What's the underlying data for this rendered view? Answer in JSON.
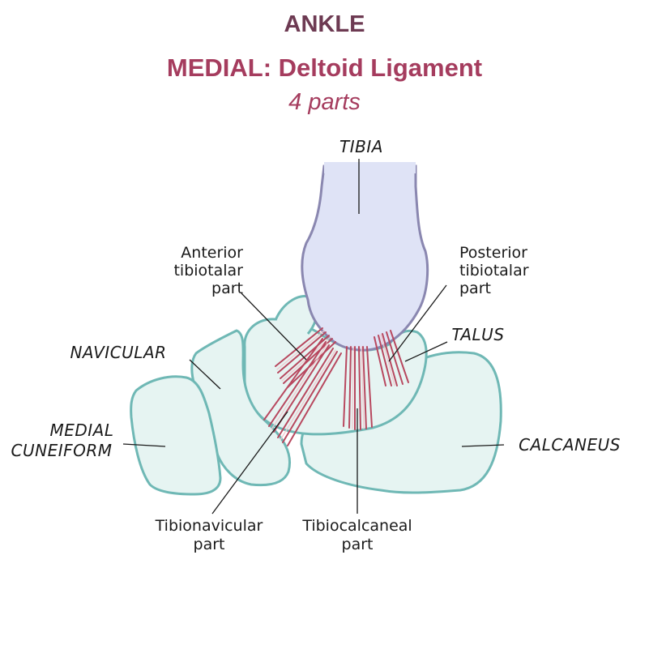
{
  "header": {
    "region": "ANKLE",
    "subtitle": "MEDIAL: Deltoid Ligament",
    "subtitle2": "4 parts"
  },
  "labels": {
    "tibia": "TIBIA",
    "talus": "TALUS",
    "navicular": "NAVICULAR",
    "medial_cuneiform_1": "MEDIAL",
    "medial_cuneiform_2": "CUNEIFORM",
    "calcaneus": "CALCANEUS",
    "anterior_tibiotalar": [
      "Anterior",
      "tibiotalar",
      "part"
    ],
    "posterior_tibiotalar": [
      "Posterior",
      "tibiotalar",
      "part"
    ],
    "tibionavicular": [
      "Tibionavicular",
      "part"
    ],
    "tibiocalcaneal": [
      "Tibiocalcaneal",
      "part"
    ]
  },
  "colors": {
    "title": "#6d3a52",
    "accent": "#a53c5e",
    "bone_fill": "#e6f4f2",
    "bone_stroke": "#6fb8b5",
    "tibia_fill": "#dfe3f6",
    "tibia_stroke": "#8a87b0",
    "ligament": "#b8485f"
  }
}
